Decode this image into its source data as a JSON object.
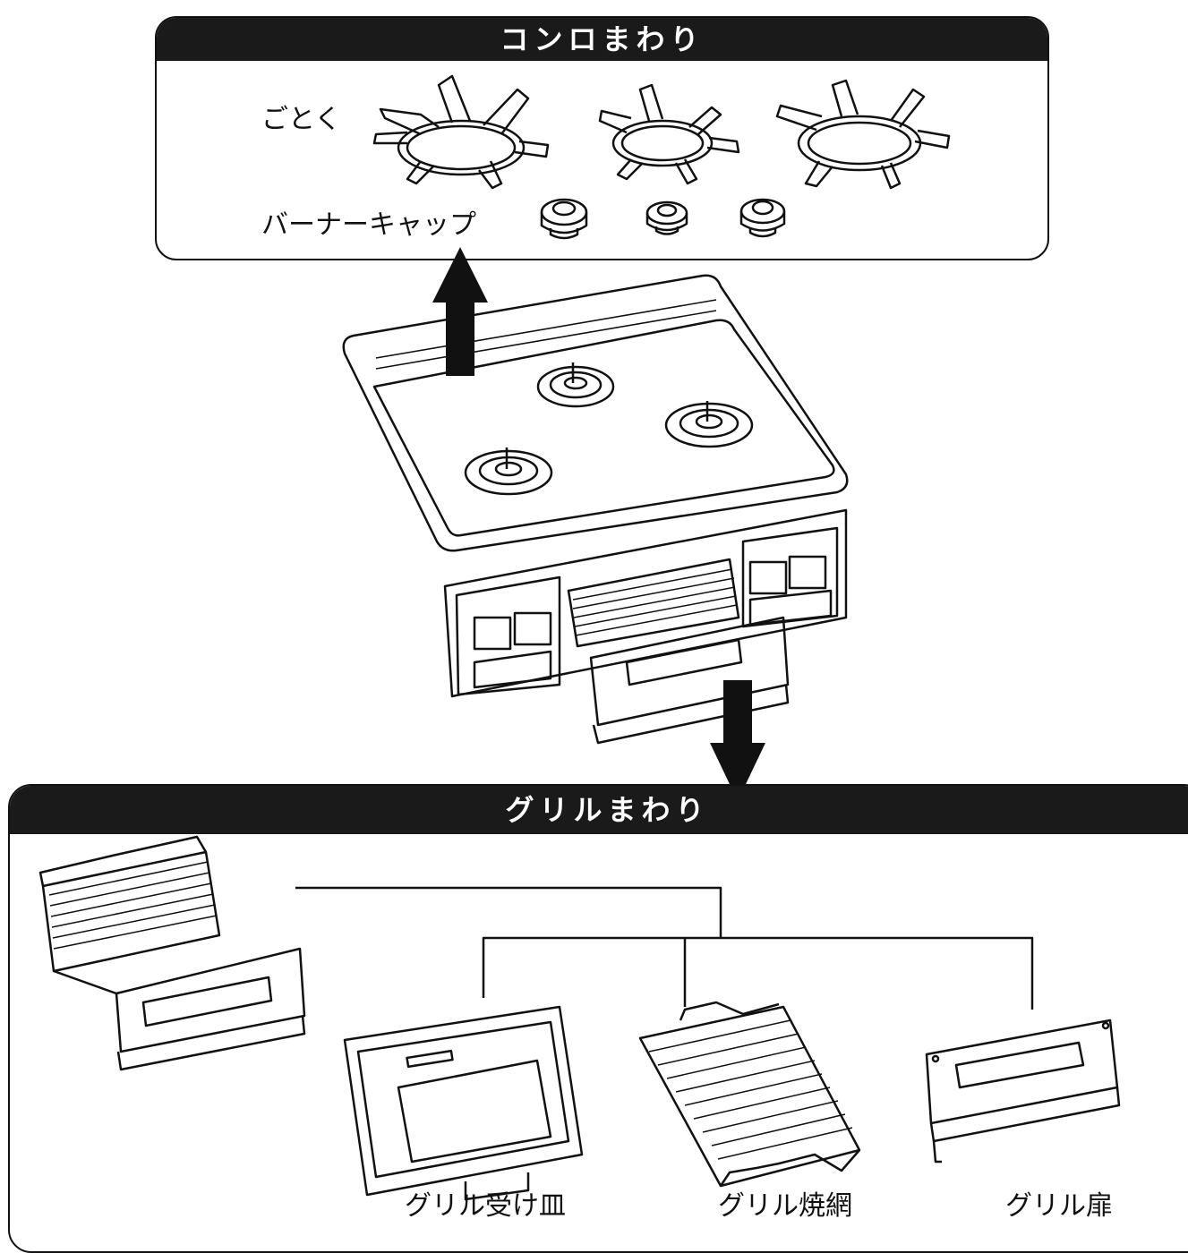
{
  "stove_section": {
    "title": "コンロまわり",
    "parts": {
      "trivet_label": "ごとく",
      "burner_cap_label": "バーナーキャップ"
    }
  },
  "grill_section": {
    "title": "グリルまわり",
    "parts": {
      "tray_label": "グリル受け皿",
      "grate_label": "グリル焼網",
      "door_label": "グリル扉"
    }
  },
  "arrows": {
    "up": "stove parts removal",
    "down": "grill drawer removal"
  },
  "colors": {
    "header_bg": "#1a1a1a",
    "header_text": "#ffffff",
    "line": "#111111"
  }
}
